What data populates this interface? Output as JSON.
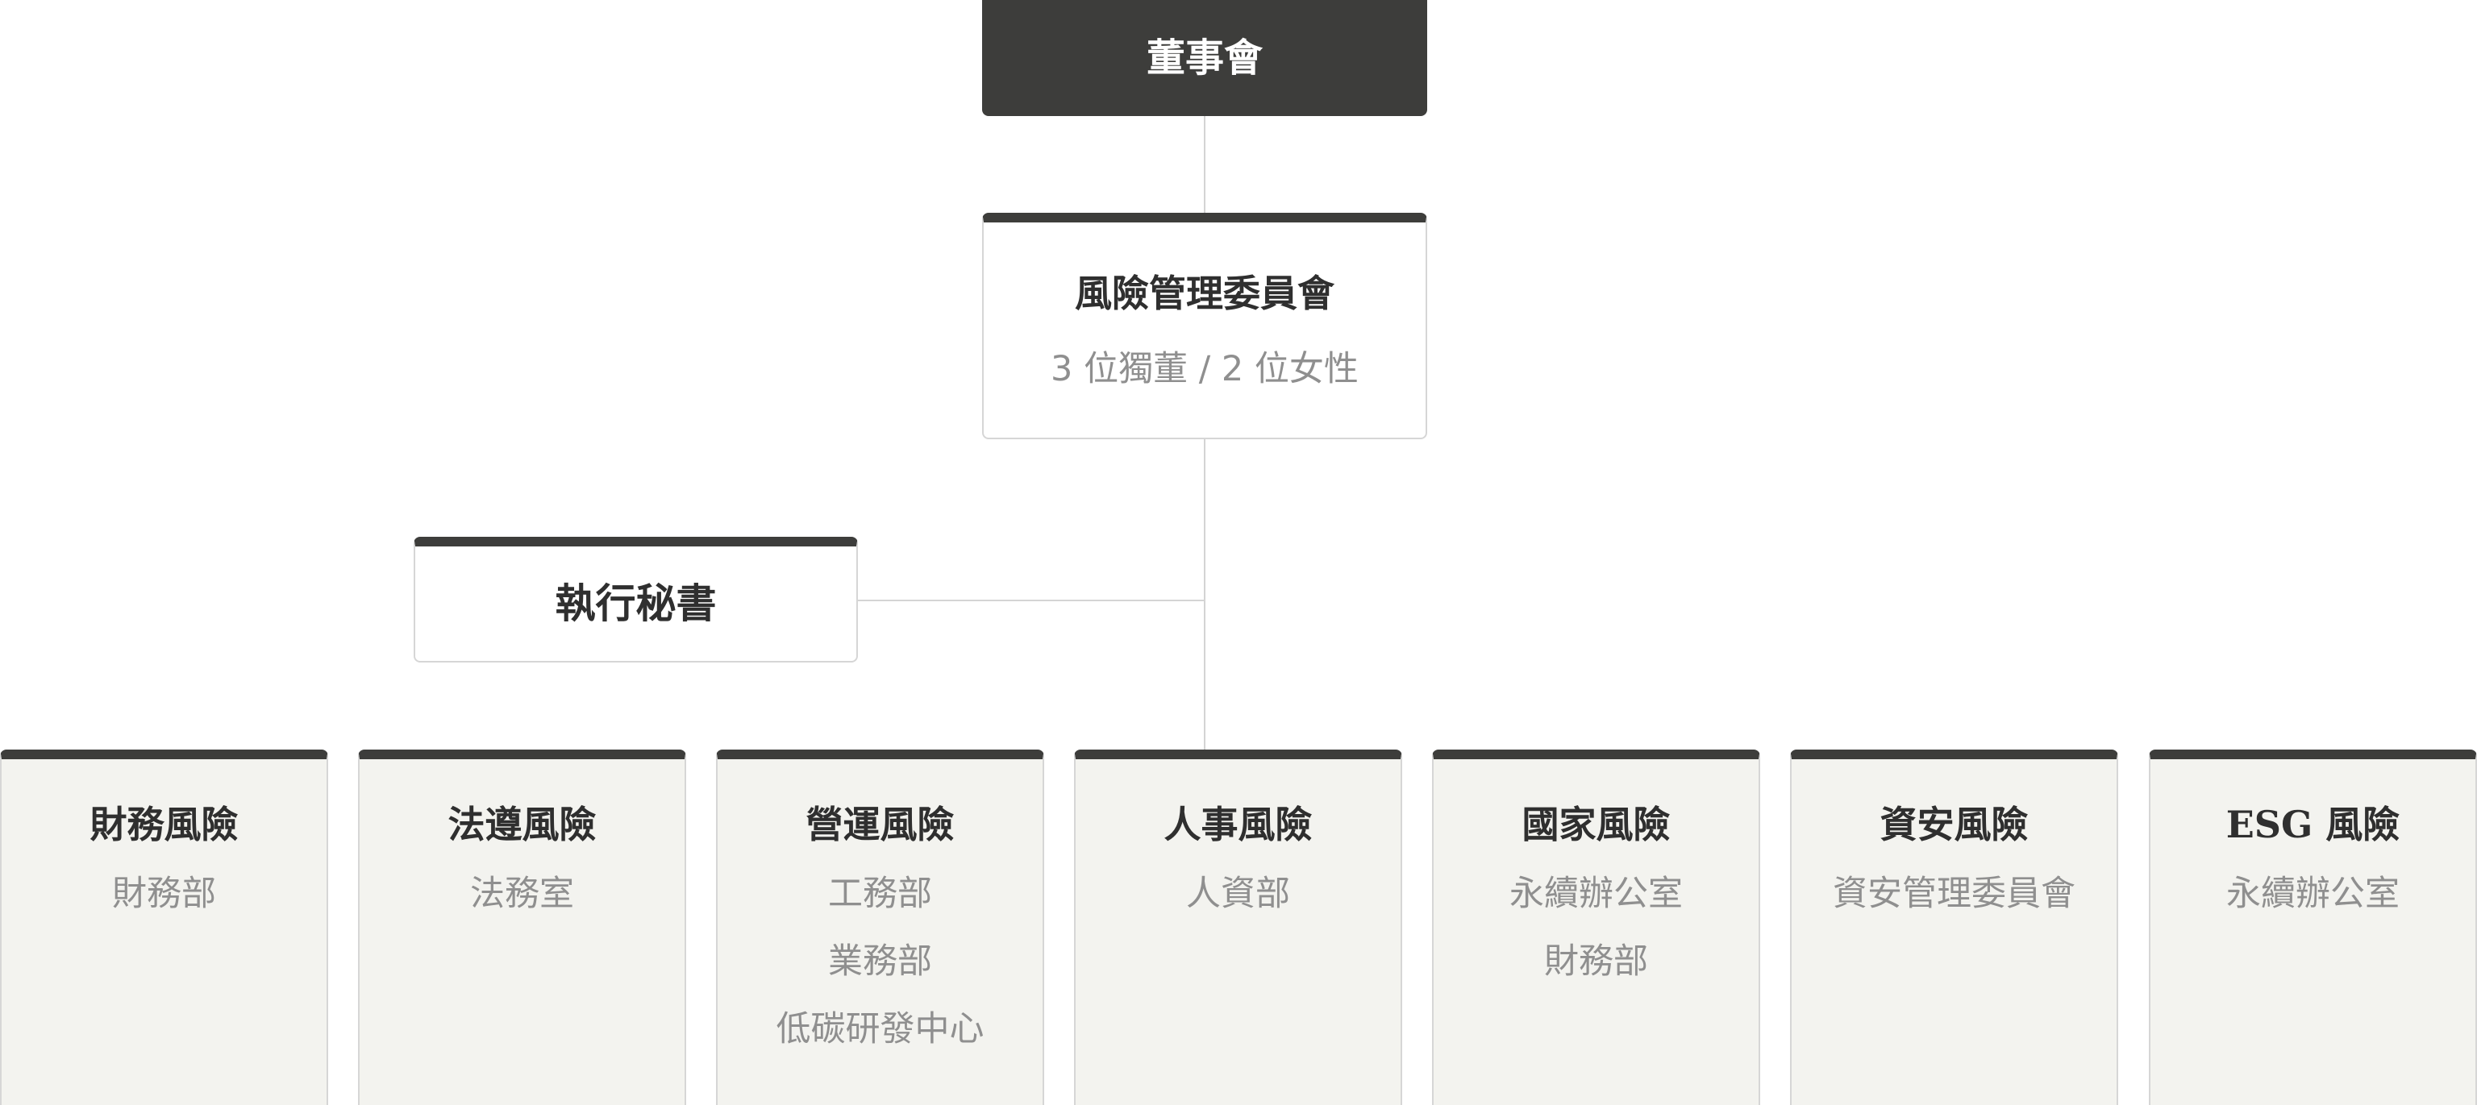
{
  "board": {
    "title": "董事會"
  },
  "committee": {
    "title": "風險管理委員會",
    "subtitle": "3 位獨董 / 2 位女性"
  },
  "secretary": {
    "title": "執行秘書"
  },
  "risks": [
    {
      "title": "財務風險",
      "departments": [
        "財務部"
      ]
    },
    {
      "title": "法遵風險",
      "departments": [
        "法務室"
      ]
    },
    {
      "title": "營運風險",
      "departments": [
        "工務部",
        "業務部",
        "低碳研發中心"
      ]
    },
    {
      "title": "人事風險",
      "departments": [
        "人資部"
      ]
    },
    {
      "title": "國家風險",
      "departments": [
        "永續辦公室",
        "財務部"
      ]
    },
    {
      "title": "資安風險",
      "departments": [
        "資安管理委員會"
      ]
    },
    {
      "title": "ESG 風險",
      "departments": [
        "永續辦公室"
      ]
    }
  ],
  "colors": {
    "dark_header": "#3d3d3b",
    "border": "#d6d6d6",
    "connector": "#d4d4d4",
    "card_fill": "#f3f3ef",
    "title_text": "#2f2f2f",
    "sub_text": "#8f8f8f"
  }
}
